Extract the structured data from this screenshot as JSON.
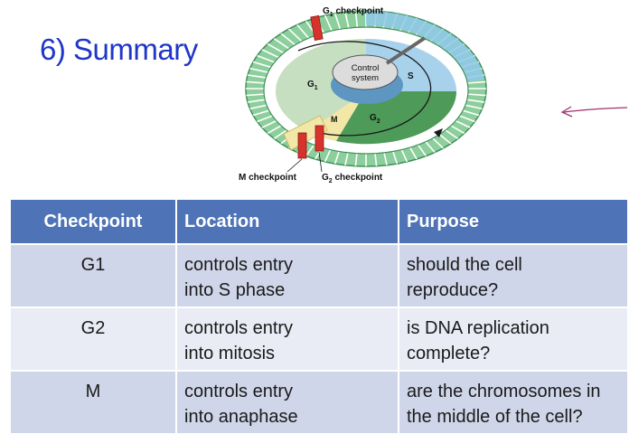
{
  "title": "6) Summary",
  "diagram": {
    "labels": {
      "g1_checkpoint": {
        "main": "G",
        "sub": "1",
        "rest": " checkpoint"
      },
      "m_checkpoint": "M checkpoint",
      "g2_checkpoint": {
        "main": "G",
        "sub": "2",
        "rest": " checkpoint"
      },
      "control_system_line1": "Control",
      "control_system_line2": "system",
      "phase_g1": {
        "main": "G",
        "sub": "1"
      },
      "phase_s": "S",
      "phase_g2": {
        "main": "G",
        "sub": "2"
      },
      "phase_m": "M"
    },
    "colors": {
      "g1": "#c5dfc0",
      "s": "#a8d2ec",
      "g2": "#4e9a58",
      "m": "#f3e7a8",
      "checkpoint": "#d7332c",
      "outer_ring": "#8dcf9c"
    }
  },
  "table": {
    "headers": [
      "Checkpoint",
      "Location",
      "Purpose"
    ],
    "rows": [
      {
        "checkpoint": "G1",
        "location": [
          "controls entry",
          "into S phase"
        ],
        "purpose": [
          "should the cell",
          "reproduce?"
        ]
      },
      {
        "checkpoint": "G2",
        "location": [
          "controls entry",
          "into mitosis"
        ],
        "purpose": [
          "is DNA replication",
          "complete?"
        ]
      },
      {
        "checkpoint": "M",
        "location": [
          "controls entry",
          "into anaphase"
        ],
        "purpose": [
          "are the chromosomes in",
          "the middle of the cell?"
        ]
      }
    ]
  }
}
